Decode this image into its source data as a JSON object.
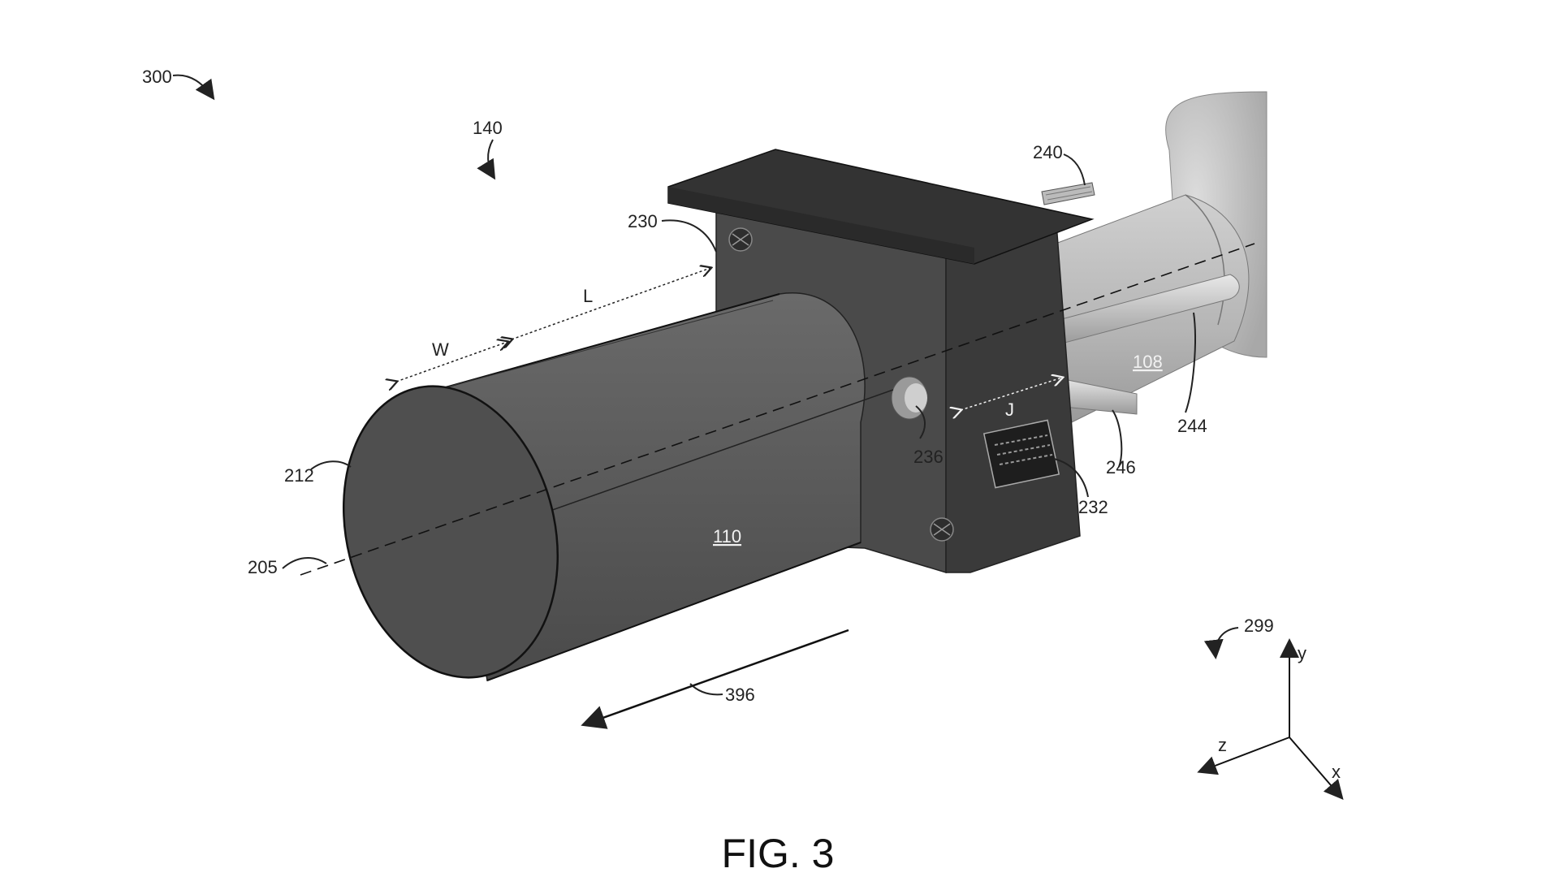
{
  "figure": {
    "title": "FIG. 3"
  },
  "labels": {
    "assembly": "300",
    "sensor_assembly": "140",
    "mounting_plate": "230",
    "fastener": "240",
    "housing_body": "110",
    "shroud": "108",
    "end_opening": "212",
    "central_axis": "205",
    "pin": "236",
    "connector": "232",
    "rod_upper": "244",
    "rod_lower": "246",
    "flow_direction": "396",
    "coordinate_system": "299"
  },
  "dimensions": {
    "width": "W",
    "length": "L",
    "offset": "J"
  },
  "axes": {
    "y": "y",
    "z": "z",
    "x": "x"
  },
  "colors": {
    "housing_dark": "#5a5a5a",
    "housing_shadow": "#3e3e3e",
    "bracket_front": "#4a4a4a",
    "bracket_side": "#3a3a3a",
    "shroud_light": "#bdbdbd",
    "line": "#222222"
  }
}
